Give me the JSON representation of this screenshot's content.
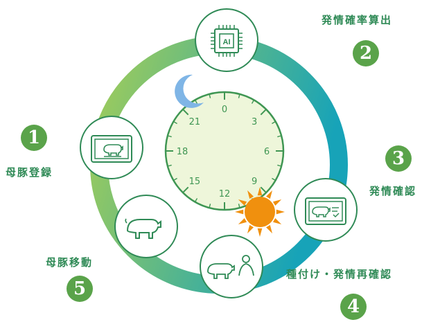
{
  "colors": {
    "ring_start": "#a3cd58",
    "ring_end": "#17a3b8",
    "node_stroke": "#2f8a56",
    "label": "#2f8a56",
    "number_circle": "#5aa34a",
    "clock_face": "#eef6da",
    "clock_stroke": "#3f9653",
    "moon": "#7fb5e6",
    "sun": "#f0900e"
  },
  "clock": {
    "hour_labels": [
      "0",
      "3",
      "6",
      "9",
      "12",
      "15",
      "18",
      "21"
    ]
  },
  "steps": [
    {
      "number": "1",
      "label": "母豚登録",
      "icon": "monitor-pig-icon"
    },
    {
      "number": "2",
      "label": "発情確率算出",
      "icon": "ai-chip-icon"
    },
    {
      "number": "3",
      "label": "発情確認",
      "icon": "monitor-pig-check-icon"
    },
    {
      "number": "4",
      "label": "種付け・発情再確認",
      "icon": "pig-farmer-icon"
    },
    {
      "number": "5",
      "label": "母豚移動",
      "icon": "pig-icon"
    }
  ]
}
